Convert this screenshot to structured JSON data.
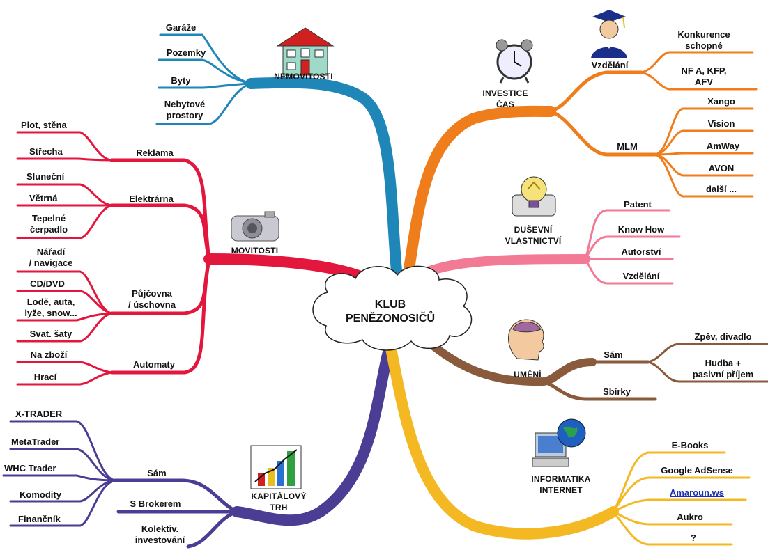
{
  "center": {
    "title": "KLUB\nPENĚZONOSIČŮ"
  },
  "colors": {
    "nemovitosti": "#1f87b8",
    "movitosti": "#e3163e",
    "kapital": "#4a3d93",
    "investice": "#f07d1c",
    "dusevni": "#f27a95",
    "umeni": "#8a5a3d",
    "informatika": "#f4b823"
  },
  "branches": {
    "nemovitosti": {
      "title": "NEMOVITOSTI",
      "icon": "house-icon",
      "items": [
        "Garáže",
        "Pozemky",
        "Byty",
        "Nebytové\nprostory"
      ]
    },
    "movitosti": {
      "title": "MOVITOSTI",
      "icon": "camera-icon",
      "groups": [
        {
          "label": "Reklama",
          "items": [
            "Plot, stěna",
            "Střecha"
          ]
        },
        {
          "label": "Elektrárna",
          "items": [
            "Sluneční",
            "Větrná",
            "Tepelné\nčerpadlo"
          ]
        },
        {
          "label": "Půjčovna\n/ úschovna",
          "items": [
            "Nářadí\n/ navigace",
            "CD/DVD",
            "Lodě, auta,\nlyže, snow...",
            "Svat. šaty"
          ]
        },
        {
          "label": "Automaty",
          "items": [
            "Na zboží",
            "Hrací"
          ]
        }
      ]
    },
    "kapital": {
      "title": "KAPITÁLOVÝ\nTRH",
      "icon": "chart-icon",
      "groups": [
        {
          "label": "Sám",
          "items": [
            "X-TRADER",
            "MetaTrader",
            "WHC Trader",
            "Komodity",
            "Finančník"
          ]
        },
        {
          "label": "S Brokerem",
          "items": []
        },
        {
          "label": "Kolektiv.\ninvestování",
          "items": []
        }
      ]
    },
    "investice": {
      "title": "INVESTICE\nČAS",
      "icon": "alarm-clock-icon",
      "groups": [
        {
          "label": "Vzdělání",
          "icon": "graduate-icon",
          "items": [
            "Konkurence\nschopné",
            "NF A, KFP,\nAFV"
          ]
        },
        {
          "label": "MLM",
          "items": [
            "Xango",
            "Vision",
            "AmWay",
            "AVON",
            "další ..."
          ]
        }
      ]
    },
    "dusevni": {
      "title": "DUŠEVNÍ\nVLASTNICTVÍ",
      "icon": "lightbulb-icon",
      "items": [
        "Patent",
        "Know How",
        "Autorství",
        "Vzdělání"
      ]
    },
    "umeni": {
      "title": "UMĚNÍ",
      "icon": "head-icon",
      "groups": [
        {
          "label": "Sám",
          "items": [
            "Zpěv, divadlo",
            "Hudba +\npasivní příjem"
          ]
        },
        {
          "label": "Sbírky",
          "items": []
        }
      ]
    },
    "informatika": {
      "title": "INFORMATIKA\nINTERNET",
      "icon": "globe-computer-icon",
      "items": [
        "E-Books",
        "Google AdSense",
        "Amaroun.ws",
        "Aukro",
        "?"
      ]
    }
  }
}
